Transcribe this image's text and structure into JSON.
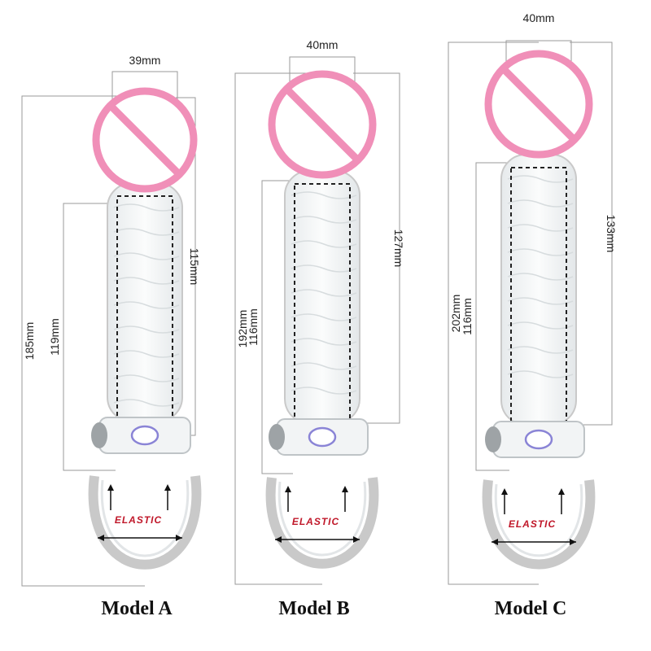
{
  "colors": {
    "prohibit_ring": "#f08fb8",
    "dimension_line": "#9a9a9a",
    "sleeve_outline": "#c9c9c9",
    "sleeve_fill": "#f4f6f7",
    "dash": "#222222",
    "elastic": "#c0182a",
    "button": "#8a84d6"
  },
  "icons": {
    "censor": "no-entry-circle-icon",
    "elastic_arrows": "double-arrow-icon",
    "up_arrow": "arrow-up-icon"
  },
  "models": [
    {
      "name": "Model A",
      "width": "39mm",
      "total_length": "185mm",
      "inner_length": "119mm",
      "extension": "115mm",
      "elastic": "ELASTIC"
    },
    {
      "name": "Model B",
      "width": "40mm",
      "total_length": "192mm",
      "inner_length": "116mm",
      "extension": "127mm",
      "elastic": "ELASTIC"
    },
    {
      "name": "Model C",
      "width": "40mm",
      "total_length": "202mm",
      "inner_length": "116mm",
      "extension": "133mm",
      "elastic": "ELASTIC"
    }
  ]
}
